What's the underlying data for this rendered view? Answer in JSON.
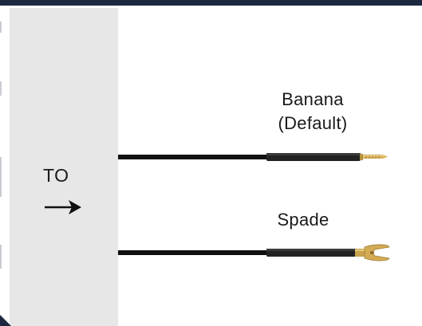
{
  "panel": {
    "to_label": "TO",
    "arrow_icon": "right-arrow-icon"
  },
  "connectors": [
    {
      "label_line1": "Banana",
      "label_line2": "(Default)",
      "tip": "banana-plug"
    },
    {
      "label_line1": "Spade",
      "label_line2": "",
      "tip": "spade-lug"
    }
  ],
  "colors": {
    "panel": "#e7e7e7",
    "cable": "#111111",
    "sleeve": "#2a2a2a",
    "gold": "#d9b25a",
    "header_band": "#1b2840"
  }
}
